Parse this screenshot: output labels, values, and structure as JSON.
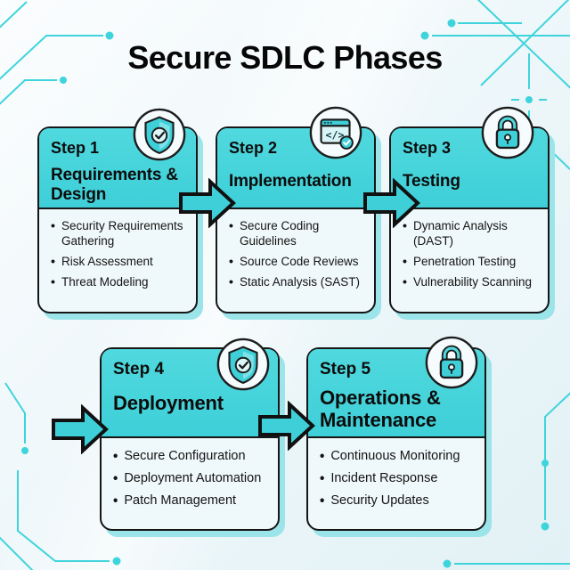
{
  "title": "Secure SDLC Phases",
  "colors": {
    "teal": "#3ecfd8",
    "body": "#eff8fa",
    "border": "#161616",
    "shadow": "#9be4ea",
    "circuit": "#3fd4dc",
    "text": "#141414",
    "title": "#070707"
  },
  "cards": [
    {
      "step": "Step 1",
      "title": "Requirements & Design",
      "icon": "shield-check",
      "bullets": [
        "Security Requirements Gathering",
        "Risk Assessment",
        "Threat Modeling"
      ]
    },
    {
      "step": "Step 2",
      "title": "Implementation",
      "icon": "code-window-check",
      "bullets": [
        "Secure Coding Guidelines",
        "Source Code Reviews",
        "Static Analysis (SAST)"
      ]
    },
    {
      "step": "Step 3",
      "title": "Testing",
      "icon": "padlock",
      "bullets": [
        "Dynamic Analysis (DAST)",
        "Penetration Testing",
        "Vulnerability Scanning"
      ]
    },
    {
      "step": "Step 4",
      "title": "Deployment",
      "icon": "shield-check",
      "bullets": [
        "Secure Configuration",
        "Deployment Automation",
        "Patch Management"
      ]
    },
    {
      "step": "Step 5",
      "title": "Operations & Maintenance",
      "icon": "padlock",
      "bullets": [
        "Continuous Monitoring",
        "Incident Response",
        "Security Updates"
      ]
    }
  ]
}
